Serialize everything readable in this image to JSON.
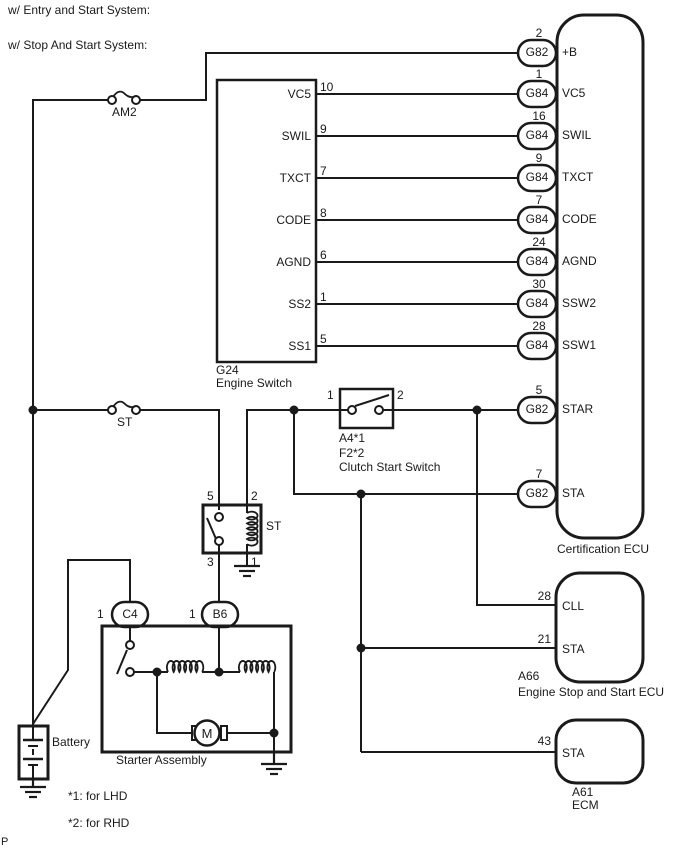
{
  "header": {
    "line1": "w/ Entry and Start System:",
    "line2": "w/ Stop And Start System:"
  },
  "fuses": {
    "am2": "AM2",
    "st": "ST"
  },
  "engine_switch": {
    "id": "G24",
    "label": "Engine Switch",
    "pins": [
      {
        "pin": "10",
        "signal": "VC5"
      },
      {
        "pin": "9",
        "signal": "SWIL"
      },
      {
        "pin": "7",
        "signal": "TXCT"
      },
      {
        "pin": "8",
        "signal": "CODE"
      },
      {
        "pin": "6",
        "signal": "AGND"
      },
      {
        "pin": "1",
        "signal": "SS2"
      },
      {
        "pin": "5",
        "signal": "SS1"
      }
    ]
  },
  "certification_ecu": {
    "label": "Certification ECU",
    "pins": [
      {
        "pin": "2",
        "connector": "G82",
        "signal": "+B"
      },
      {
        "pin": "1",
        "connector": "G84",
        "signal": "VC5"
      },
      {
        "pin": "16",
        "connector": "G84",
        "signal": "SWIL"
      },
      {
        "pin": "9",
        "connector": "G84",
        "signal": "TXCT"
      },
      {
        "pin": "7",
        "connector": "G84",
        "signal": "CODE"
      },
      {
        "pin": "24",
        "connector": "G84",
        "signal": "AGND"
      },
      {
        "pin": "30",
        "connector": "G84",
        "signal": "SSW2"
      },
      {
        "pin": "28",
        "connector": "G84",
        "signal": "SSW1"
      },
      {
        "pin": "5",
        "connector": "G82",
        "signal": "STAR"
      },
      {
        "pin": "7",
        "connector": "G82",
        "signal": "STA"
      }
    ]
  },
  "clutch_switch": {
    "pin_left": "1",
    "pin_right": "2",
    "id_line1": "A4*1",
    "id_line2": "F2*2",
    "label": "Clutch Start Switch"
  },
  "relay": {
    "label": "ST",
    "pin_top_left": "5",
    "pin_top_right": "2",
    "pin_bottom_left": "3",
    "pin_bottom_right": "1"
  },
  "connectors": {
    "c4": {
      "pin": "1",
      "id": "C4"
    },
    "b6": {
      "pin": "1",
      "id": "B6"
    }
  },
  "starter": {
    "label": "Starter Assembly",
    "motor": "M"
  },
  "battery": {
    "label": "Battery"
  },
  "a66": {
    "id": "A66",
    "label": "Engine Stop and Start ECU",
    "pins": [
      {
        "pin": "28",
        "signal": "CLL"
      },
      {
        "pin": "21",
        "signal": "STA"
      }
    ]
  },
  "a61": {
    "id": "A61",
    "label": "ECM",
    "pins": [
      {
        "pin": "43",
        "signal": "STA"
      }
    ]
  },
  "notes": [
    "*1: for LHD",
    "*2: for RHD"
  ],
  "page_marker": "P",
  "colors": {
    "line": "#1a1a1a",
    "background": "#ffffff"
  }
}
